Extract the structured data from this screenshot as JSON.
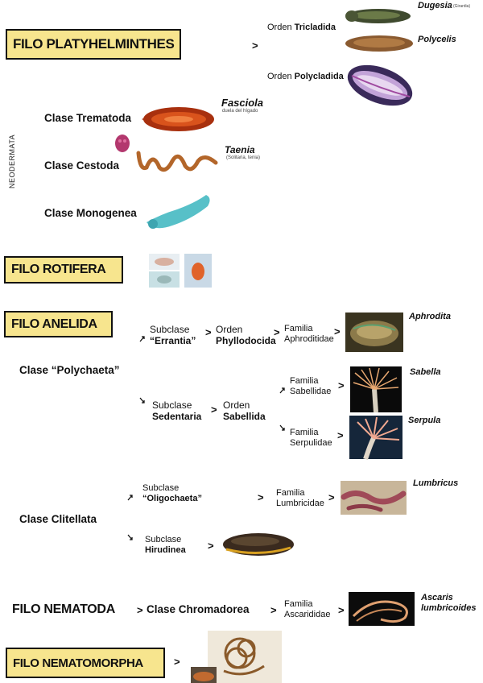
{
  "platyhelminthes": {
    "filo": "FILO PLATYHELMINTHES",
    "orden_tricladida_pre": "Orden ",
    "orden_tricladida": "Tricladida",
    "orden_polycladida_pre": "Orden ",
    "orden_polycladida": "Polycladida",
    "dugesia": "Dugesia",
    "dugesia_note": "(Girardia)",
    "polycelis": "Polycelis",
    "neodermata": "NEODERMATA",
    "clase_trematoda": "Clase Trematoda",
    "clase_cestoda": "Clase Cestoda",
    "clase_monogenea": "Clase Monogenea",
    "fasciola": "Fasciola",
    "fasciola_common": "duela del hígado",
    "taenia": "Taenia",
    "taenia_common": "(Solitaria, tenia)"
  },
  "rotifera": {
    "filo": "FILO ROTIFERA"
  },
  "anelida": {
    "filo": "FILO ANELIDA",
    "clase_polychaeta": "Clase “Polychaeta”",
    "subclase_errantia_pre": "Subclase",
    "subclase_errantia": "“Errantia”",
    "orden_phyllodocida_pre": "Orden",
    "orden_phyllodocida": "Phyllodocida",
    "familia_aphroditidae_pre": "Familia",
    "familia_aphroditidae": "Aphroditidae",
    "aphrodita": "Aphrodita",
    "subclase_sedentaria_pre": "Subclase",
    "subclase_sedentaria": "Sedentaria",
    "orden_sabellida_pre": "Orden",
    "orden_sabellida": "Sabellida",
    "familia_sabellidae_pre": "Familia",
    "familia_sabellidae": "Sabellidae",
    "sabella": "Sabella",
    "familia_serpulidae_pre": "Familia",
    "familia_serpulidae": "Serpulidae",
    "serpula": "Serpula",
    "clase_clitellata": "Clase Clitellata",
    "subclase_oligochaeta_pre": "Subclase",
    "subclase_oligochaeta": "“Oligochaeta”",
    "familia_lumbricidae_pre": "Familia",
    "familia_lumbricidae": "Lumbricidae",
    "lumbricus": "Lumbricus",
    "subclase_hirudinea_pre": "Subclase",
    "subclase_hirudinea": "Hirudinea"
  },
  "nematoda": {
    "filo": "FILO NEMATODA",
    "clase_chromadorea": "Clase Chromadorea",
    "familia_ascarididae_pre": "Familia",
    "familia_ascarididae": "Ascarididae",
    "ascaris_1": "Ascaris",
    "ascaris_2": "lumbricoides"
  },
  "nematomorpha": {
    "filo": "FILO NEMATOMORPHA"
  },
  "arrows": {
    "gt": ">"
  }
}
